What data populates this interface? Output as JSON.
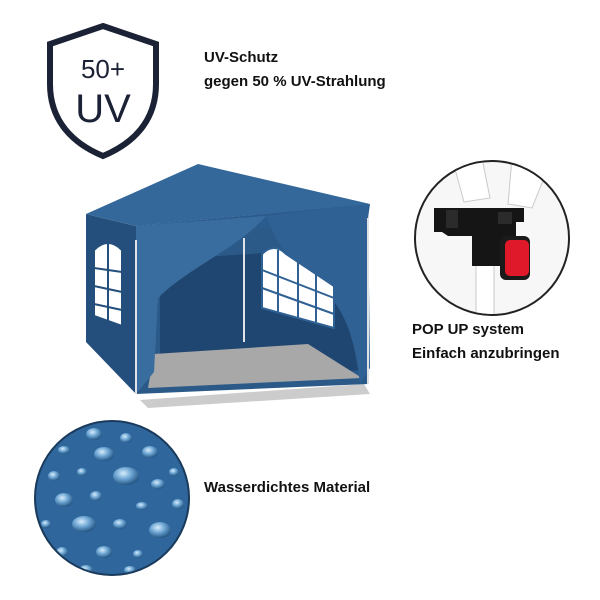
{
  "uv_badge": {
    "top_text": "50+",
    "main_text": "UV",
    "icon": "uv-shield-icon"
  },
  "uv_feature": {
    "line1": "UV-Schutz",
    "line2": "gegen 50 % UV-Strahlung"
  },
  "popup_feature": {
    "line1": "POP UP system",
    "line2": "Einfach anzubringen"
  },
  "water_feature": {
    "line1": "Wasserdichtes Material"
  },
  "colors": {
    "tent_blue": "#2e5f8f",
    "tent_dark": "#1f4670",
    "clip_red": "#e0192a",
    "text": "#111111"
  }
}
